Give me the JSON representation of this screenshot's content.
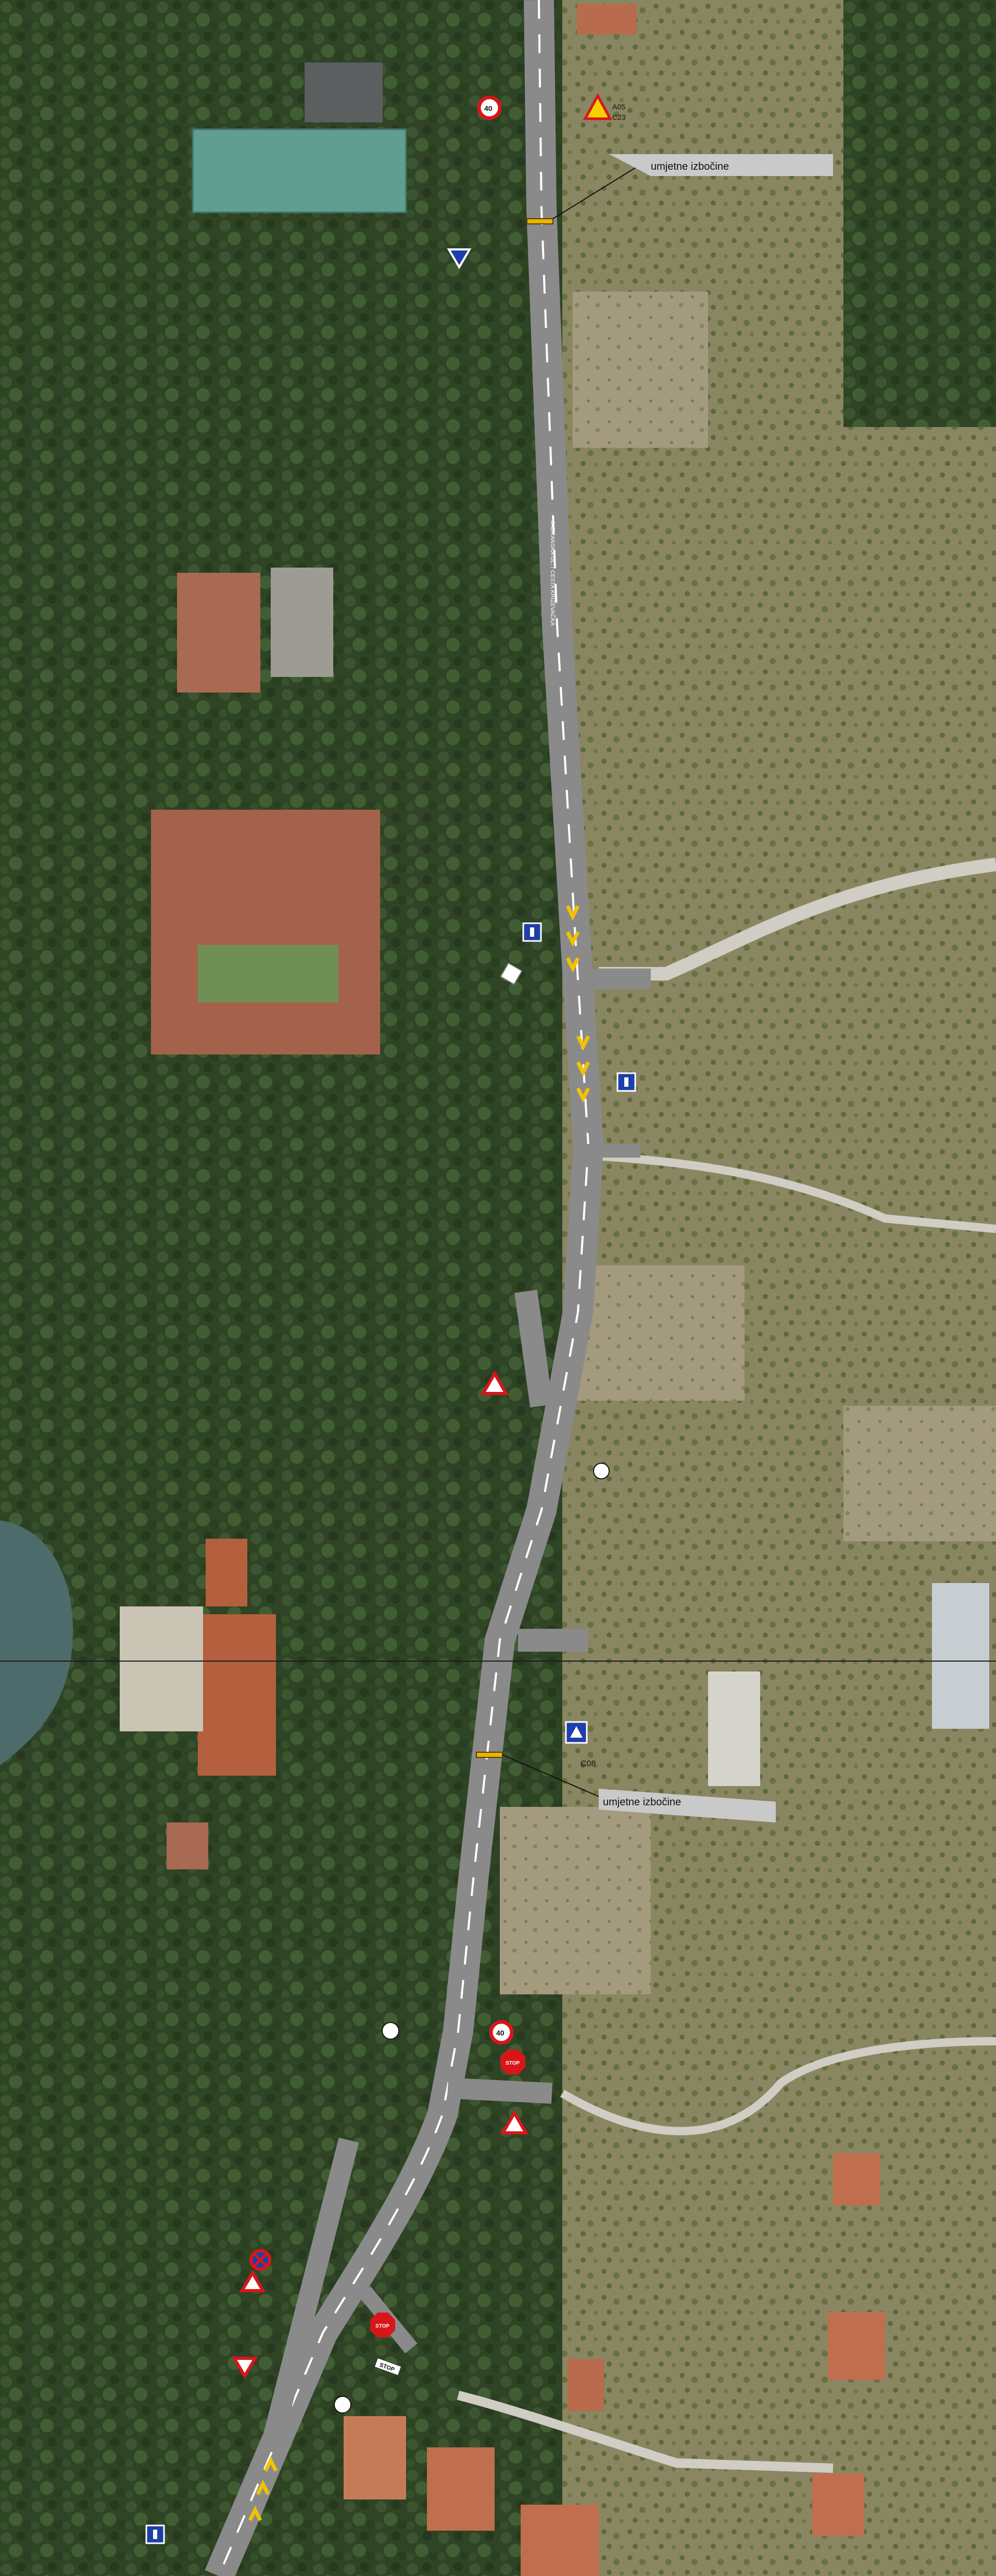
{
  "annotations": {
    "speed_bumps_top": "umjetne izbočine",
    "speed_bumps_mid": "umjetne izbočine"
  },
  "road": {
    "name": "JADRANSKA UL. / CESTA KRIŽEVAČKA"
  },
  "road_markings": {
    "stop_word": "STOP"
  },
  "signs": {
    "a05": "A05",
    "c23": "C23",
    "c08": "C08",
    "speed_limit": "40",
    "no_entry_text": "STOP"
  },
  "colors": {
    "road": "#8a8a8a",
    "marking_yellow": "#f2c200",
    "sign_red": "#d8161a",
    "sign_blue": "#1f3fa8",
    "label_bg": "#c9c9c9"
  },
  "icons": [
    "speed-limit-sign-icon",
    "warning-sign-icon",
    "info-sign-icon",
    "yield-sign-icon",
    "no-parking-sign-icon",
    "point-marker-icon"
  ]
}
